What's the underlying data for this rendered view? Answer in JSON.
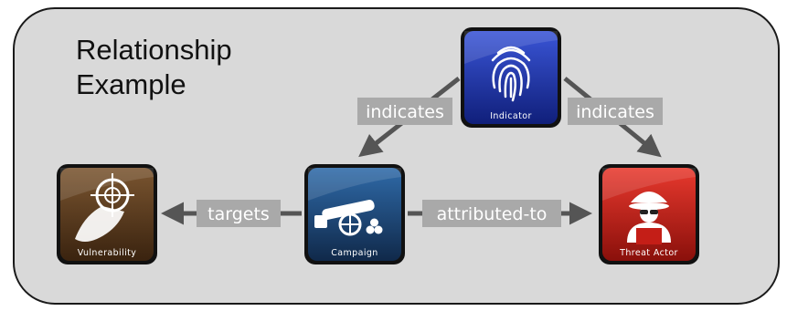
{
  "title": {
    "line1": "Relationship",
    "line2": "Example"
  },
  "nodes": {
    "indicator": {
      "label": "Indicator",
      "icon": "fingerprint-icon",
      "color": "#1e35a8"
    },
    "campaign": {
      "label": "Campaign",
      "icon": "cannon-icon",
      "color": "#1e4a7a"
    },
    "threat_actor": {
      "label": "Threat Actor",
      "icon": "hacker-icon",
      "color": "#c41e17"
    },
    "vulnerability": {
      "label": "Vulnerability",
      "icon": "target-icon",
      "color": "#5a3a1e"
    }
  },
  "edges": {
    "indicates_left": "indicates",
    "indicates_right": "indicates",
    "targets": "targets",
    "attributed_to": "attributed-to"
  }
}
